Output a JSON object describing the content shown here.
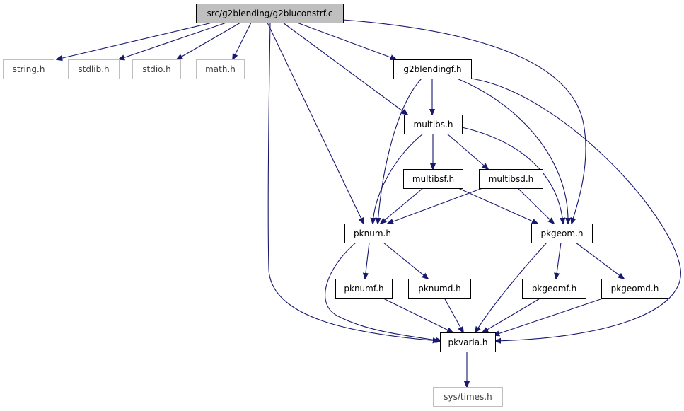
{
  "graph": {
    "colors": {
      "edge": "#191970",
      "root_fill": "#bfbfbf",
      "node_border": "#000000",
      "external_border": "#bfbfbf",
      "text": "#000000",
      "external_text": "#404040"
    },
    "nodes": [
      {
        "id": "root",
        "label": "src/g2blending/g2bluconstrf.c",
        "kind": "root"
      },
      {
        "id": "string_h",
        "label": "string.h",
        "kind": "external"
      },
      {
        "id": "stdlib_h",
        "label": "stdlib.h",
        "kind": "external"
      },
      {
        "id": "stdio_h",
        "label": "stdio.h",
        "kind": "external"
      },
      {
        "id": "math_h",
        "label": "math.h",
        "kind": "external"
      },
      {
        "id": "g2blendingf_h",
        "label": "g2blendingf.h",
        "kind": "header"
      },
      {
        "id": "multibs_h",
        "label": "multibs.h",
        "kind": "header"
      },
      {
        "id": "multibsf_h",
        "label": "multibsf.h",
        "kind": "header"
      },
      {
        "id": "multibsd_h",
        "label": "multibsd.h",
        "kind": "header"
      },
      {
        "id": "pknum_h",
        "label": "pknum.h",
        "kind": "header"
      },
      {
        "id": "pkgeom_h",
        "label": "pkgeom.h",
        "kind": "header"
      },
      {
        "id": "pknumf_h",
        "label": "pknumf.h",
        "kind": "header"
      },
      {
        "id": "pknumd_h",
        "label": "pknumd.h",
        "kind": "header"
      },
      {
        "id": "pkgeomf_h",
        "label": "pkgeomf.h",
        "kind": "header"
      },
      {
        "id": "pkgeomd_h",
        "label": "pkgeomd.h",
        "kind": "header"
      },
      {
        "id": "pkvaria_h",
        "label": "pkvaria.h",
        "kind": "header"
      },
      {
        "id": "sys_times_h",
        "label": "sys/times.h",
        "kind": "external"
      }
    ],
    "edges": [
      {
        "from": "root",
        "to": "string_h"
      },
      {
        "from": "root",
        "to": "stdlib_h"
      },
      {
        "from": "root",
        "to": "stdio_h"
      },
      {
        "from": "root",
        "to": "math_h"
      },
      {
        "from": "root",
        "to": "g2blendingf_h"
      },
      {
        "from": "root",
        "to": "multibs_h"
      },
      {
        "from": "root",
        "to": "pknum_h"
      },
      {
        "from": "root",
        "to": "pkgeom_h"
      },
      {
        "from": "root",
        "to": "pkvaria_h"
      },
      {
        "from": "g2blendingf_h",
        "to": "multibs_h"
      },
      {
        "from": "g2blendingf_h",
        "to": "pknum_h"
      },
      {
        "from": "g2blendingf_h",
        "to": "pkgeom_h"
      },
      {
        "from": "g2blendingf_h",
        "to": "pkvaria_h"
      },
      {
        "from": "multibs_h",
        "to": "multibsf_h"
      },
      {
        "from": "multibs_h",
        "to": "multibsd_h"
      },
      {
        "from": "multibs_h",
        "to": "pknum_h"
      },
      {
        "from": "multibs_h",
        "to": "pkgeom_h"
      },
      {
        "from": "multibsf_h",
        "to": "pknum_h"
      },
      {
        "from": "multibsf_h",
        "to": "pkgeom_h"
      },
      {
        "from": "multibsd_h",
        "to": "pknum_h"
      },
      {
        "from": "multibsd_h",
        "to": "pkgeom_h"
      },
      {
        "from": "pknum_h",
        "to": "pknumf_h"
      },
      {
        "from": "pknum_h",
        "to": "pknumd_h"
      },
      {
        "from": "pknum_h",
        "to": "pkvaria_h"
      },
      {
        "from": "pknumf_h",
        "to": "pkvaria_h"
      },
      {
        "from": "pknumd_h",
        "to": "pkvaria_h"
      },
      {
        "from": "pkgeom_h",
        "to": "pkgeomf_h"
      },
      {
        "from": "pkgeom_h",
        "to": "pkgeomd_h"
      },
      {
        "from": "pkgeom_h",
        "to": "pkvaria_h"
      },
      {
        "from": "pkgeomf_h",
        "to": "pkvaria_h"
      },
      {
        "from": "pkgeomd_h",
        "to": "pkvaria_h"
      },
      {
        "from": "pkvaria_h",
        "to": "sys_times_h"
      }
    ]
  }
}
